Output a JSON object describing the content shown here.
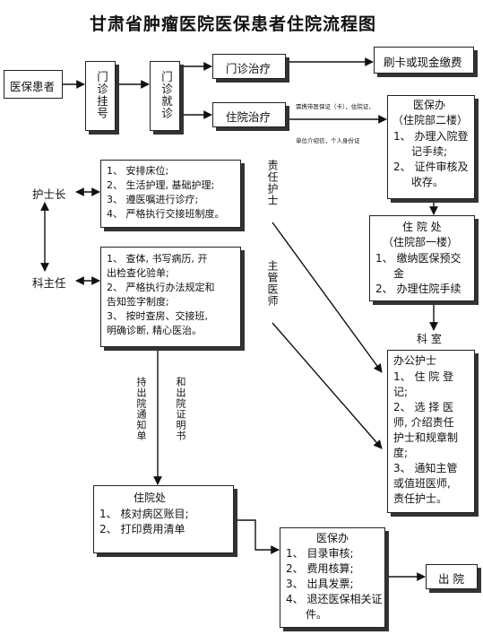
{
  "title": "甘肃省肿瘤医院医保患者住院流程图",
  "nodes": {
    "patient": "医保患者",
    "registration": "门诊挂号",
    "consultation": "门诊就诊",
    "outpatient_treatment": "门诊治疗",
    "pay": "刷卡或现金缴费",
    "inpatient_treatment": "住院治疗",
    "edge_note_1": "需携带医保证（卡），住院证，",
    "edge_note_2": "单位介绍信，个人身份证",
    "insurance_office": {
      "title": "医保办",
      "subtitle": "（住院部二楼）",
      "items": [
        "1、 办理入院登",
        "记手续;",
        "2、 证件审核及",
        "收存。"
      ]
    },
    "admission_office_1": {
      "title": "住 院 处",
      "subtitle": "（住院部一楼）",
      "items": [
        "1、 缴纳医保预交",
        "金",
        "2、 办理住院手续"
      ]
    },
    "ward_label": "科 室",
    "office_nurse": {
      "title": "办公护士",
      "items": [
        "1、 住 院 登",
        "记;",
        "2、 选 择 医",
        "师, 介绍责任",
        "护士和规章制",
        "度;",
        "3、 通知主管",
        "或值班医师,",
        "责任护士。"
      ]
    },
    "head_nurse": "护士长",
    "department_head": "科主任",
    "nursing_tasks": [
      "1、 安排床位;",
      "2、 生活护理, 基础护理;",
      "3、 遵医嘱进行诊疗;",
      "4、 严格执行交接班制度。"
    ],
    "doctor_tasks": [
      "1、  查体, 书写病历, 开",
      "出检查化验单;",
      "2、  严格执行办法规定和",
      "告知签字制度;",
      "3、  按时查房、交接班,",
      "明确诊断, 精心医治。"
    ],
    "responsible_nurse": "责任护士",
    "attending_doctor": "主管医师",
    "discharge_note_left": "持出院通知单",
    "discharge_note_right": "和出院证明书",
    "admission_office_2": {
      "title": "住院处",
      "items": [
        "1、 核对病区账目;",
        "2、 打印费用清单"
      ]
    },
    "insurance_office_2": {
      "title": "医保办",
      "items": [
        "1、 目录审核;",
        "2、 费用核算;",
        "3、 出具发票;",
        "4、 退还医保相关证",
        "件。"
      ]
    },
    "discharge": "出 院"
  }
}
